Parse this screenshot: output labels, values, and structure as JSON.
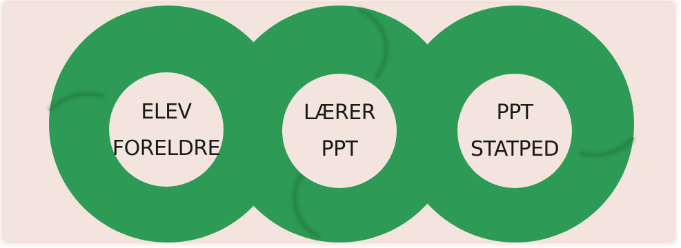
{
  "colors": {
    "background": "#f3e4dd",
    "ring": "#2d9a55",
    "ring_shadow": "#1d6e3a",
    "hub": "#f3e4dd",
    "text": "#1a1a1a"
  },
  "rings": [
    {
      "line1": "ELEV",
      "line2": "FORELDRE"
    },
    {
      "line1": "LÆRER",
      "line2": "PPT"
    },
    {
      "line1": "PPT",
      "line2": "STATPED"
    }
  ]
}
